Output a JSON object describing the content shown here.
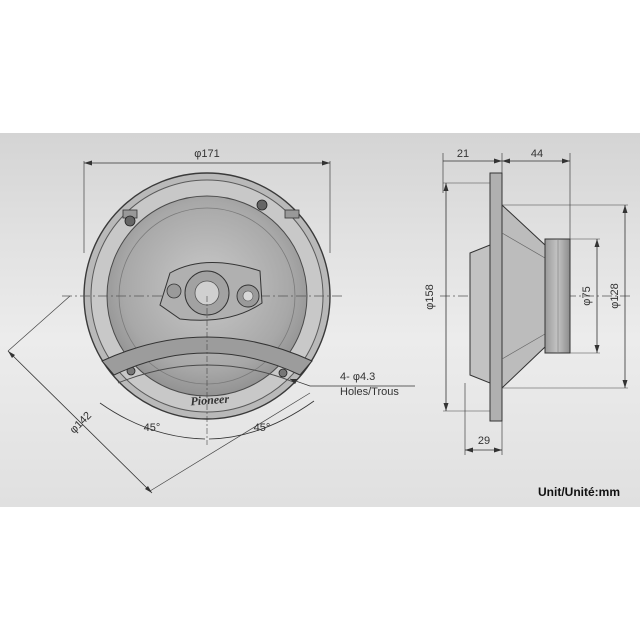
{
  "dimensions": {
    "outer_diameter": "φ171",
    "mount_diameter": "φ142",
    "angle_left": "45°",
    "angle_right": "45°",
    "holes_line1": "4- φ4.3",
    "holes_line2": "Holes/Trous",
    "flange_depth": "21",
    "magnet_depth": "44",
    "cutout_diameter": "φ158",
    "magnet_diameter": "φ75",
    "basket_diameter": "φ128",
    "mount_depth": "29"
  },
  "brand": "Pioneer",
  "unit_label": "Unit/Unité:mm"
}
